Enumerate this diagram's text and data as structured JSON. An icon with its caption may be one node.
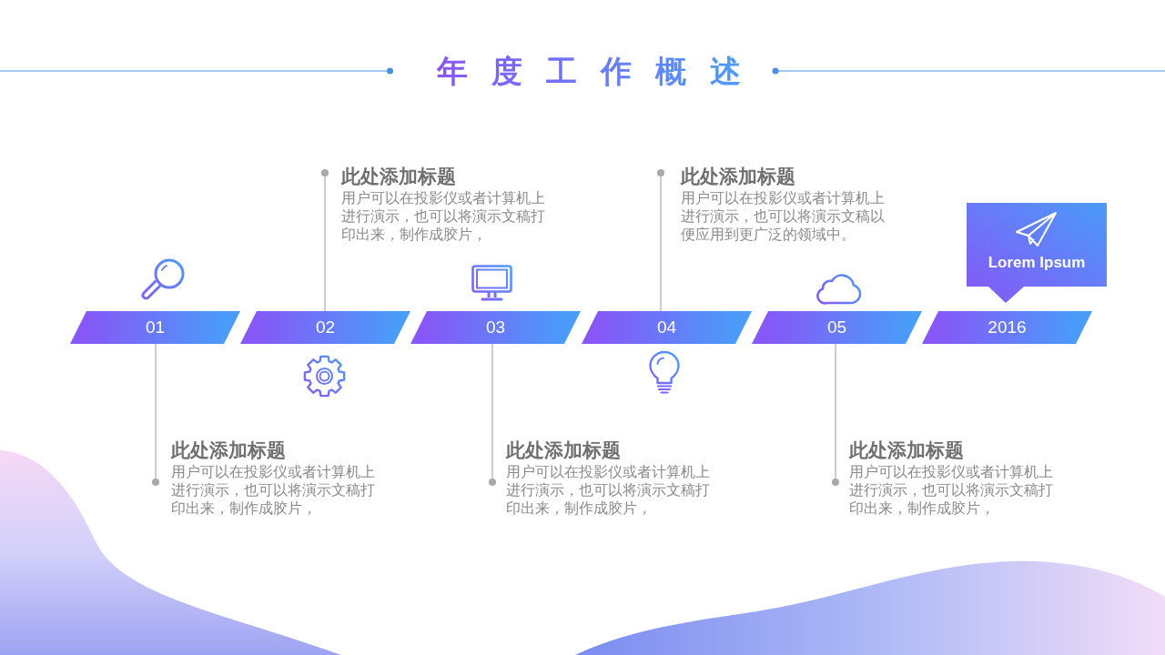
{
  "diagram": {
    "title": "年度工作概述",
    "nodes": [
      {
        "text": [
          "此处添加标题",
          "用户可以在投影仪或者计算机上进行演示，也可以将演示文稿打印出来，制作成胶片，"
        ]
      },
      {
        "text": [
          "此处添加标题",
          "用户可以在投影仪或者计算机上进行演示，也可以将演示文稿以便应用到更广泛的领域中。"
        ]
      },
      {
        "text": [
          "Lorem Ipsum"
        ]
      },
      {
        "text": [
          "01"
        ]
      },
      {
        "text": [
          "02"
        ]
      },
      {
        "text": [
          "03"
        ]
      },
      {
        "text": [
          "04"
        ]
      },
      {
        "text": [
          "05"
        ]
      },
      {
        "text": [
          "2016"
        ]
      },
      {
        "text": [
          "此处添加标题",
          "用户可以在投影仪或者计算机上进行演示，也可以将演示文稿打印出来，制作成胶片，"
        ]
      },
      {
        "text": [
          "此处添加标题",
          "用户可以在投影仪或者计算机上进行演示，也可以将演示文稿打印出来，制作成胶片，"
        ]
      },
      {
        "text": [
          "此处添加标题",
          "用户可以在投影仪或者计算机上进行演示，也可以将演示文稿打印出来，制作成胶片，"
        ]
      }
    ],
    "edges": [
      {
        "from": 3,
        "to": 9,
        "arrow": "other"
      },
      {
        "from": 4,
        "to": 0,
        "arrow": "other"
      },
      {
        "from": 5,
        "to": 10,
        "arrow": "other"
      },
      {
        "from": 6,
        "to": 1,
        "arrow": "other"
      },
      {
        "from": 7,
        "to": 11,
        "arrow": "other"
      }
    ]
  }
}
